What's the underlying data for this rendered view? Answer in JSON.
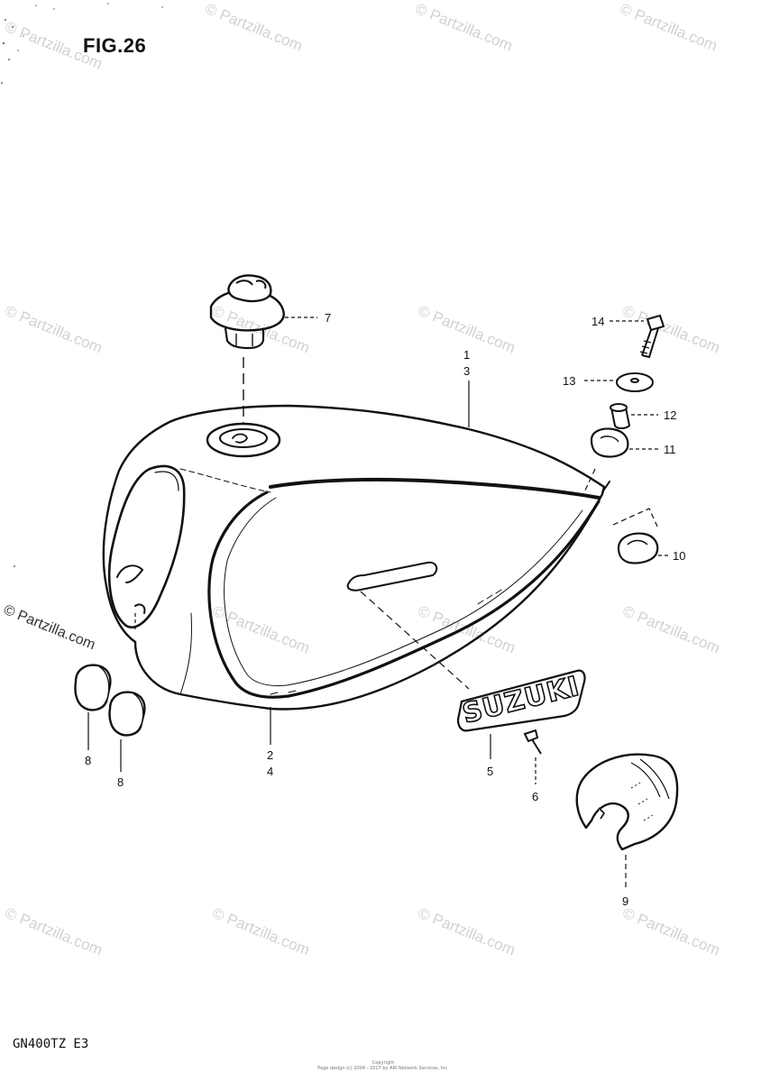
{
  "figure": {
    "title": "FIG.26",
    "model_code": "GN400TZ E3"
  },
  "watermark": {
    "text": "© Partzilla.com"
  },
  "copyright": {
    "line1": "Copyright",
    "line2": "Page design (c) 2004 - 2017 by ARI Network Services, Inc."
  },
  "emblem": {
    "text": "SUZUKI"
  },
  "callouts": {
    "n1": "1",
    "n3": "3",
    "n2": "2",
    "n4": "4",
    "n5": "5",
    "n6": "6",
    "n7": "7",
    "n8a": "8",
    "n8b": "8",
    "n9": "9",
    "n10": "10",
    "n11": "11",
    "n12": "12",
    "n13": "13",
    "n14": "14"
  }
}
